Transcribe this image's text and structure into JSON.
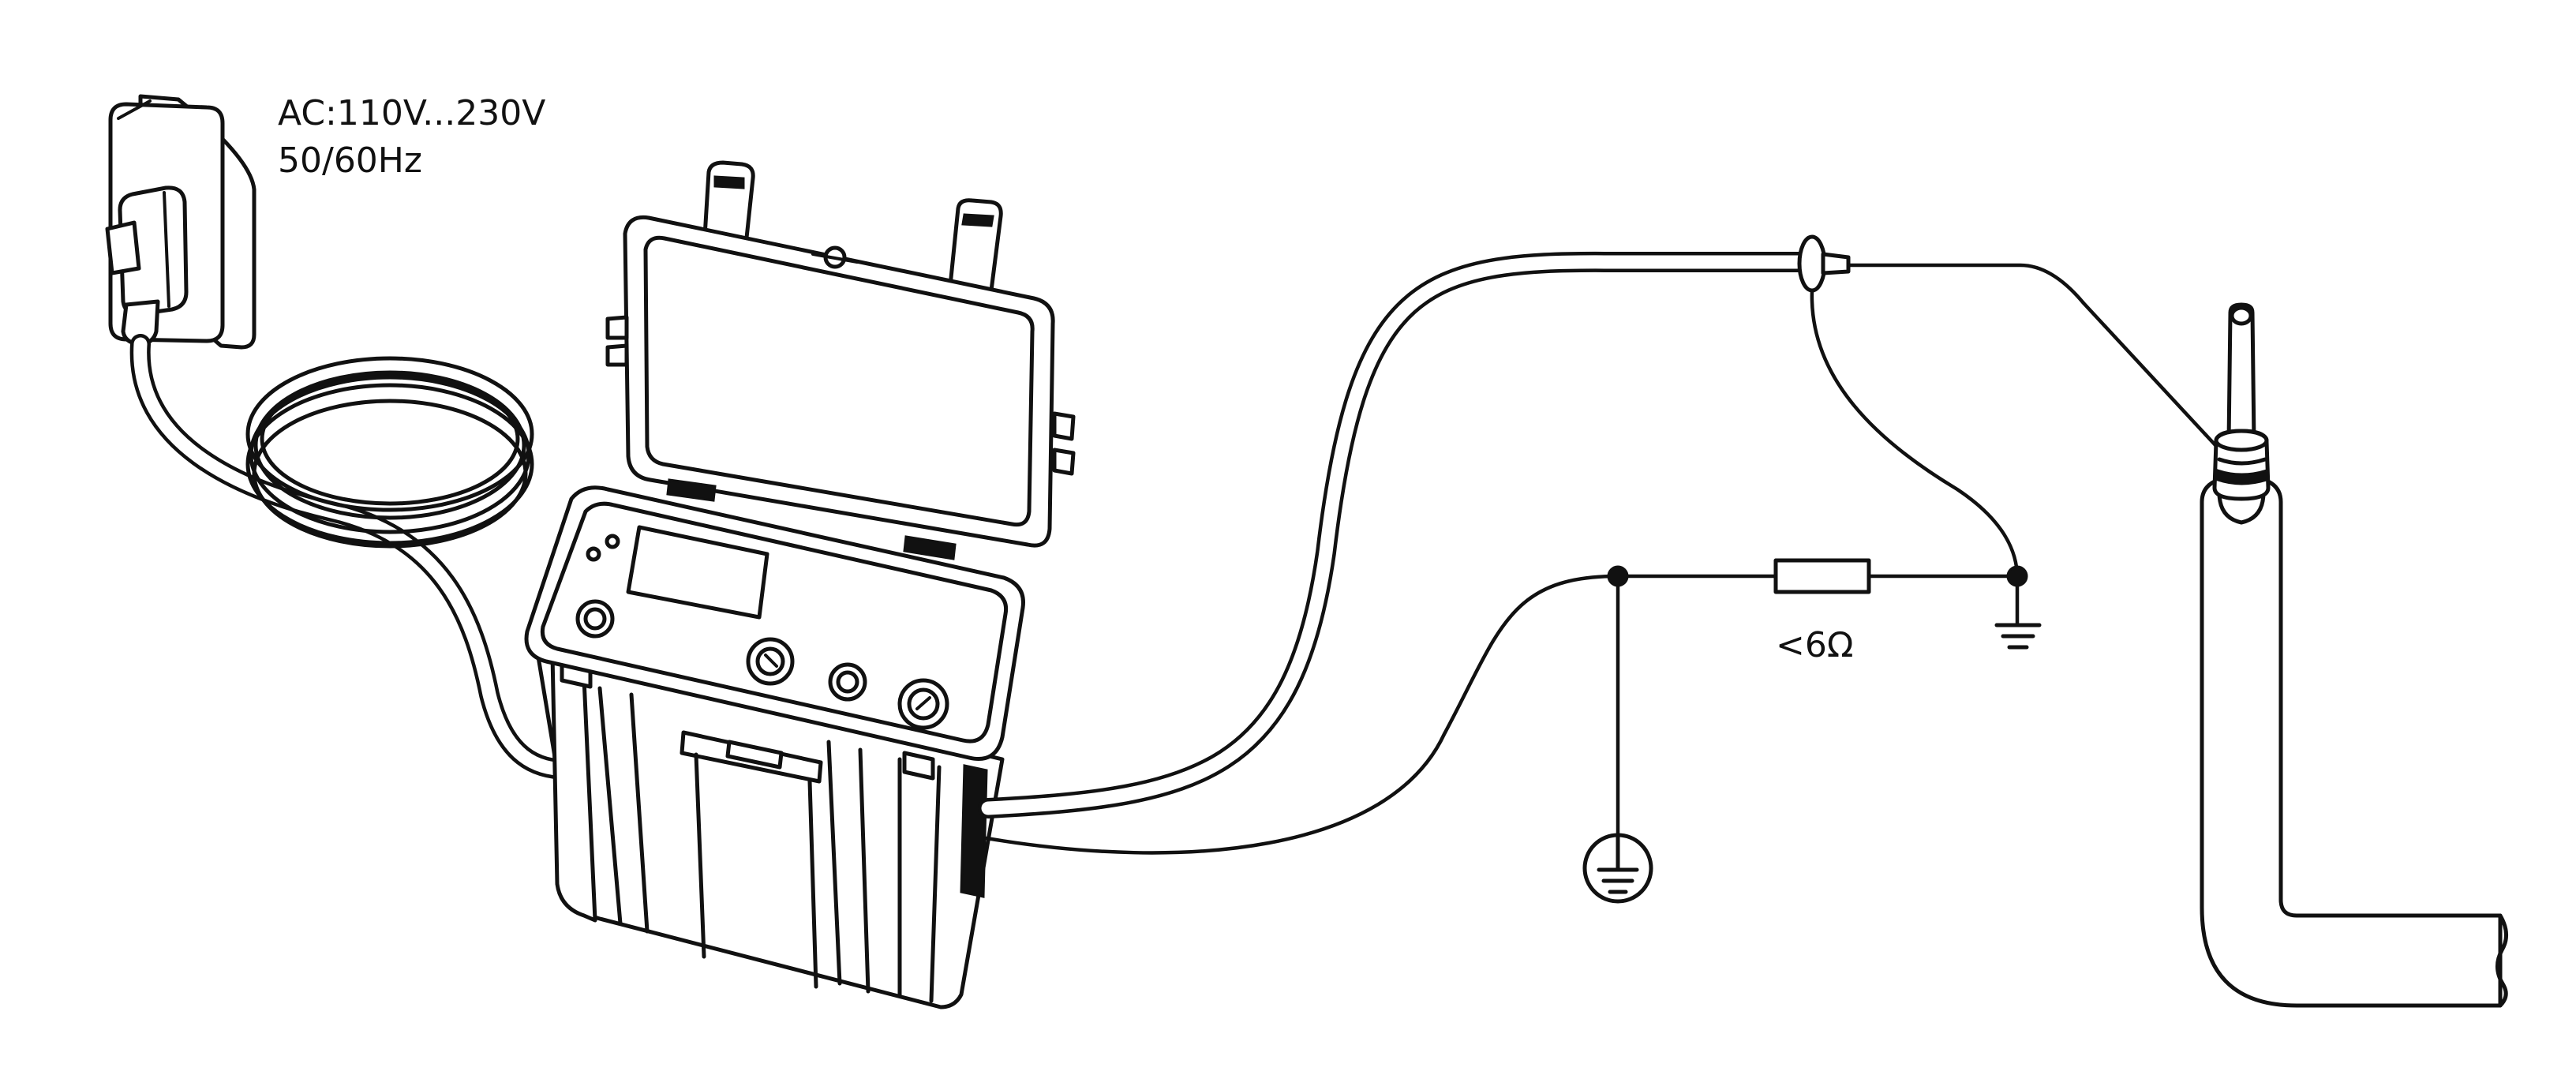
{
  "power_supply": {
    "voltage_label": "AC:110V...230V",
    "frequency_label": "50/60Hz"
  },
  "resistor": {
    "label": "<6Ω"
  },
  "colors": {
    "line": "#111111",
    "background": "#ffffff"
  },
  "icons": [
    "wall-socket-icon",
    "power-plug-icon",
    "test-instrument-icon",
    "earth-ground-symbol-icon",
    "ground-symbol-icon",
    "resistor-symbol-icon",
    "cable-clamp-icon",
    "pipe-icon"
  ]
}
